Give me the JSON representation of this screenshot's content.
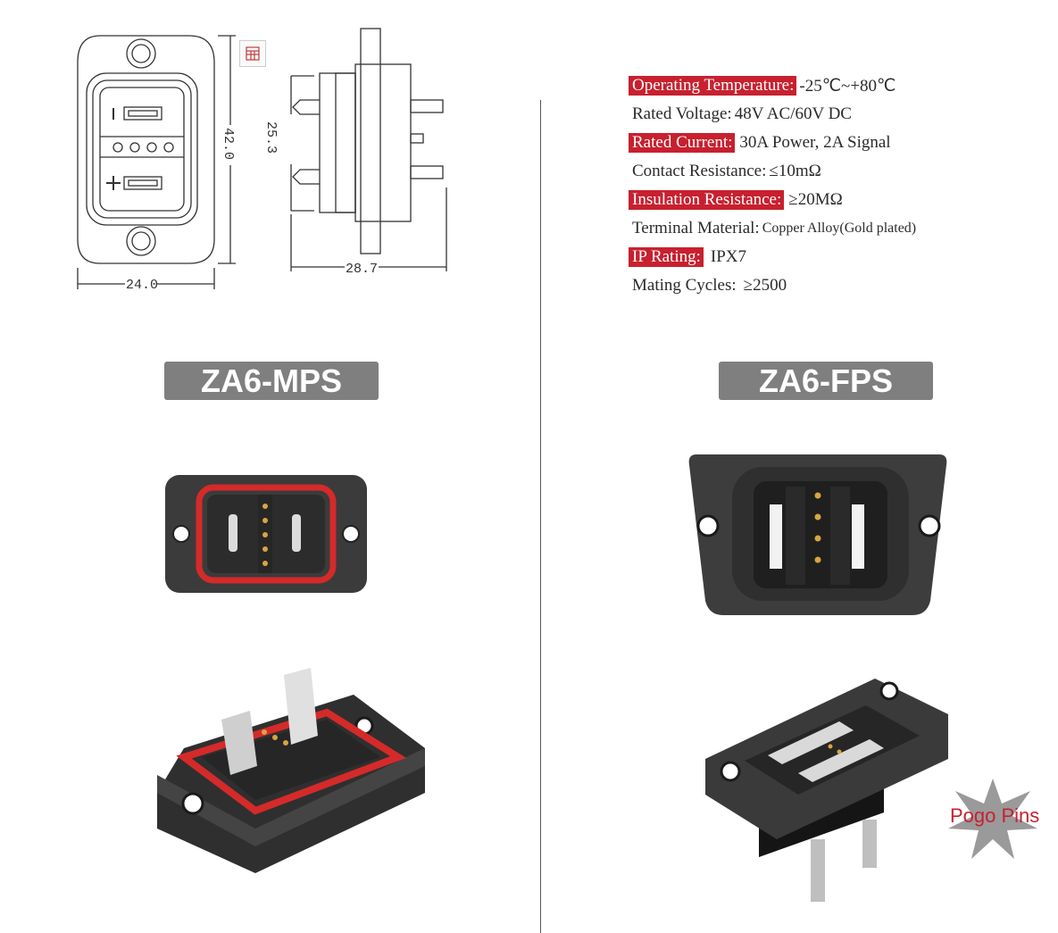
{
  "drawing": {
    "width_dim": "24.0",
    "height_dim": "42.0",
    "side_height_dim": "25.3",
    "side_depth_dim": "28.7",
    "pin_minus": "|",
    "pin_plus": "+"
  },
  "specs": [
    {
      "label": "Operating Temperature:",
      "value": "-25℃~+80℃",
      "highlight": true
    },
    {
      "label": "Rated Voltage:",
      "value": "48V AC/60V DC",
      "highlight": false
    },
    {
      "label": "Rated Current:",
      "value": "30A Power, 2A Signal",
      "highlight": true
    },
    {
      "label": "Contact Resistance:",
      "value": "≤10mΩ",
      "highlight": false
    },
    {
      "label": "Insulation Resistance:",
      "value": "≥20MΩ",
      "highlight": true
    },
    {
      "label": "Terminal Material:",
      "value": "Copper Alloy(Gold plated)",
      "highlight": false
    },
    {
      "label": "IP Rating:",
      "value": "IPX7",
      "highlight": true
    },
    {
      "label": "Mating Cycles:",
      "value": "≥2500",
      "highlight": false
    }
  ],
  "models": {
    "left": "ZA6-MPS",
    "right": "ZA6-FPS"
  },
  "callout": {
    "label": "Pogo Pins"
  },
  "icons": {
    "overlay": "table-icon"
  },
  "colors": {
    "accent": "#c8202f",
    "badge": "#7f7f7f",
    "housing": "#3a3a3a",
    "seal": "#d42a2a",
    "gold": "#d9a441"
  }
}
